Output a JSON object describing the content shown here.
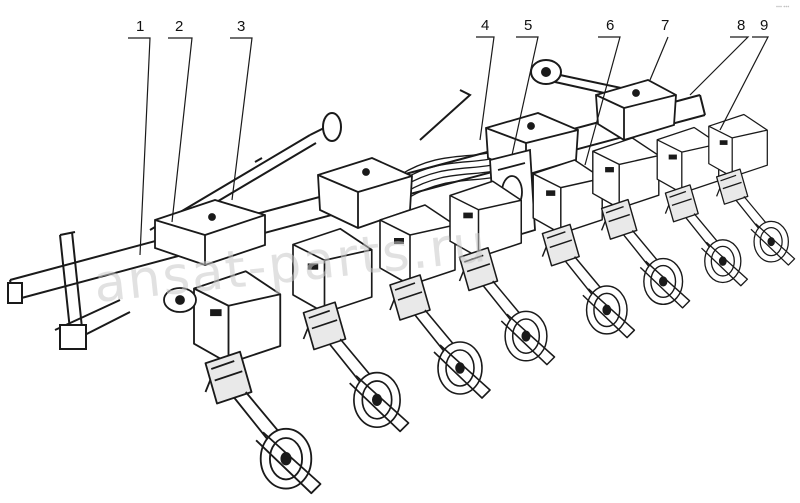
{
  "figure": {
    "callouts": [
      "1",
      "2",
      "3",
      "4",
      "5",
      "6",
      "7",
      "8",
      "9"
    ],
    "watermark": "ansat-parts.ru",
    "corner_note": "*** ***"
  },
  "colors": {
    "ink": "#1a1a1a",
    "paper": "#ffffff",
    "watermark": "#c9c9c9"
  }
}
